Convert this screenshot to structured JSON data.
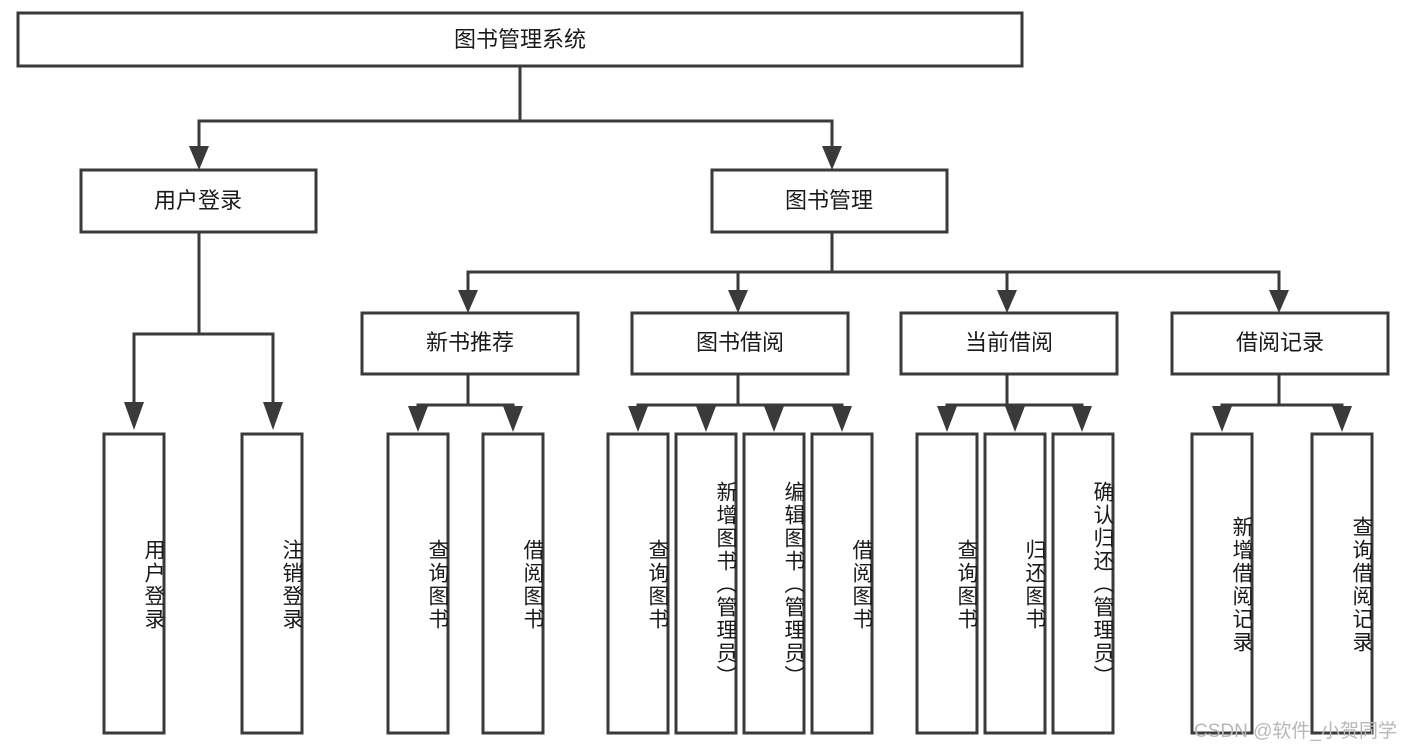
{
  "diagram": {
    "title": "图书管理系统",
    "type": "hierarchy-tree",
    "watermark": "CSDN @软件_小贺同学",
    "colors": {
      "stroke": "#3a3a3a",
      "fill": "#ffffff",
      "text": "#1a1a1a",
      "watermark": "#b8b8b8"
    },
    "root": {
      "label": "图书管理系统"
    },
    "level2": [
      {
        "label": "用户登录"
      },
      {
        "label": "图书管理"
      }
    ],
    "level3": [
      {
        "label": "新书推荐"
      },
      {
        "label": "图书借阅"
      },
      {
        "label": "当前借阅"
      },
      {
        "label": "借阅记录"
      }
    ],
    "leaves": {
      "user_login": [
        {
          "label": "用户登录"
        },
        {
          "label": "注销登录"
        }
      ],
      "new_book": [
        {
          "label": "查询图书"
        },
        {
          "label": "借阅图书"
        }
      ],
      "book_borrow": [
        {
          "label": "查询图书"
        },
        {
          "label": "新增图书（管理员）"
        },
        {
          "label": "编辑图书（管理员）"
        },
        {
          "label": "借阅图书"
        }
      ],
      "current_borrow": [
        {
          "label": "查询图书"
        },
        {
          "label": "归还图书"
        },
        {
          "label": "确认归还（管理员）"
        }
      ],
      "borrow_record": [
        {
          "label": "新增借阅记录"
        },
        {
          "label": "查询借阅记录"
        }
      ]
    }
  }
}
